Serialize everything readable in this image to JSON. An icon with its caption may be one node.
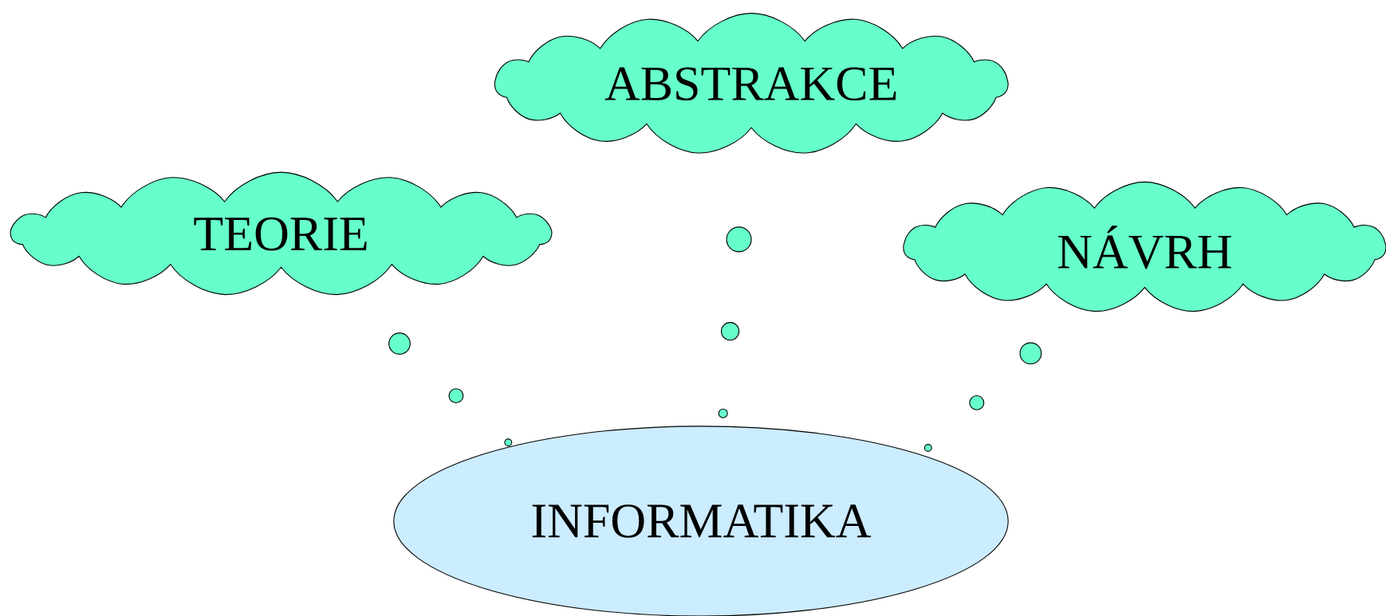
{
  "diagram": {
    "nodes": [
      {
        "text": [
          "ABSTRAKCE"
        ]
      },
      {
        "text": [
          "TEORIE"
        ]
      },
      {
        "text": [
          "NÁVRH"
        ]
      },
      {
        "text": [
          "INFORMATIKA"
        ]
      }
    ]
  }
}
